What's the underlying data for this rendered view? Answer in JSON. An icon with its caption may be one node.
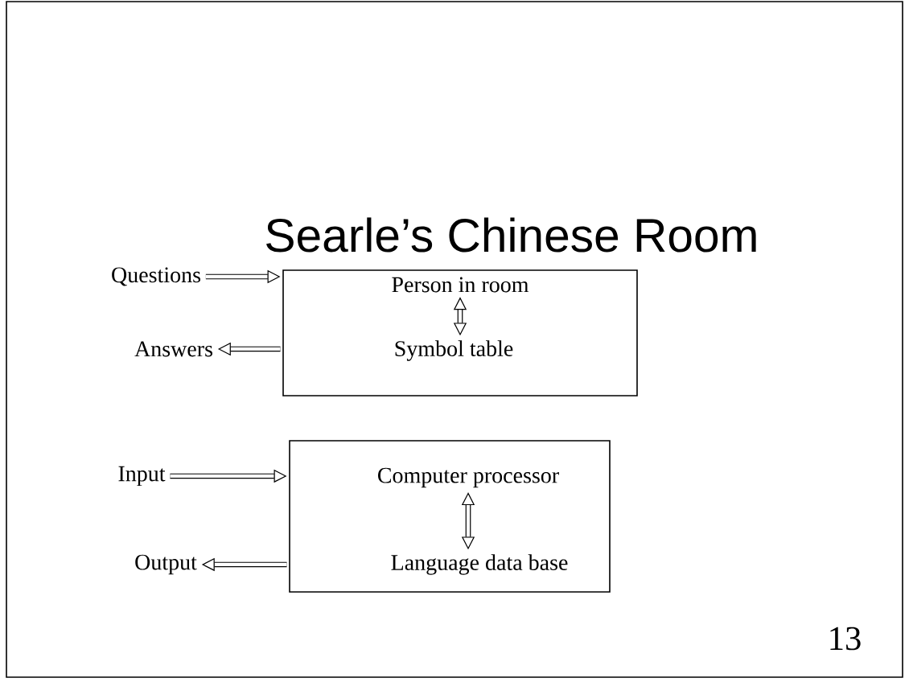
{
  "diagram": {
    "title": "Searle’s Chinese Room",
    "nodes": [
      {
        "text": [],
        "shape": "box"
      },
      {
        "text": [
          "Person in room"
        ],
        "in": 0
      },
      {
        "text": [
          "Symbol table"
        ],
        "in": 0
      },
      {
        "text": [
          "Questions"
        ]
      },
      {
        "text": [
          "Answers"
        ]
      },
      {
        "text": [],
        "shape": "box"
      },
      {
        "text": [
          "Computer processor"
        ],
        "in": 5
      },
      {
        "text": [
          "Language data base"
        ],
        "in": 5
      },
      {
        "text": [
          "Input"
        ]
      },
      {
        "text": [
          "Output"
        ]
      }
    ],
    "edges": [
      {
        "from": 3,
        "to": 0,
        "arrow": "to"
      },
      {
        "from": 0,
        "to": 4,
        "arrow": "to"
      },
      {
        "from": 1,
        "to": 2,
        "arrow": "both"
      },
      {
        "from": 8,
        "to": 5,
        "arrow": "to"
      },
      {
        "from": 5,
        "to": 9,
        "arrow": "to"
      },
      {
        "from": 6,
        "to": 7,
        "arrow": "both"
      }
    ],
    "labels": [
      "13"
    ]
  }
}
